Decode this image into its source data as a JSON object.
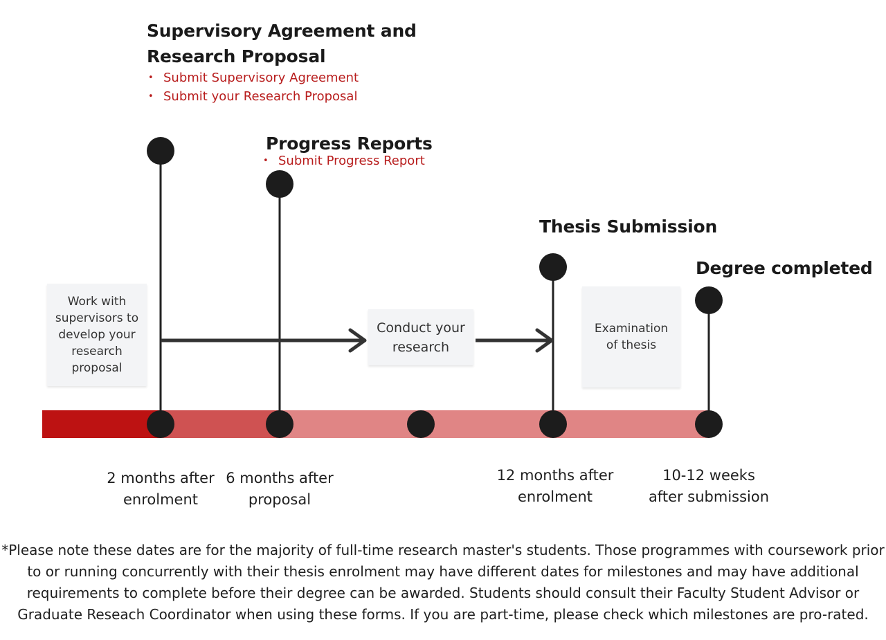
{
  "milestones": {
    "supervisory": {
      "title_line1": "Supervisory Agreement and",
      "title_line2": "Research Proposal",
      "tasks": [
        "Submit Supervisory Agreement",
        "Submit your Research Proposal"
      ]
    },
    "progress": {
      "title": "Progress Reports",
      "tasks": [
        "Submit Progress Report"
      ]
    },
    "thesis": {
      "title": "Thesis Submission"
    },
    "degree": {
      "title": "Degree completed"
    }
  },
  "notes": {
    "work_with_supervisors": "Work with supervisors to develop your research proposal",
    "conduct_research": "Conduct your research",
    "examination": "Examination of thesis"
  },
  "timepoints": [
    {
      "line1": "2 months after",
      "line2": "enrolment"
    },
    {
      "line1": "6 months after",
      "line2": "proposal"
    },
    {
      "line1": "12 months after",
      "line2": "enrolment"
    },
    {
      "line1": "10-12 weeks",
      "line2": "after submission"
    }
  ],
  "colors": {
    "bar_dark": "#bd1212",
    "bar_mid": "#cf5252",
    "bar_light": "#e08585",
    "node": "#1c1c1c",
    "task_text": "#b81d1d"
  },
  "footnote": "*Please note these dates are for the majority of full-time research master's students. Those programmes with coursework prior to or running concurrently with their thesis enrolment may have different dates for milestones and may have additional requirements to complete before their degree can be awarded. Students should consult their Faculty Student Advisor or Graduate Reseach Coordinator when using these forms. If you are part-time, please check which milestones are pro-rated."
}
